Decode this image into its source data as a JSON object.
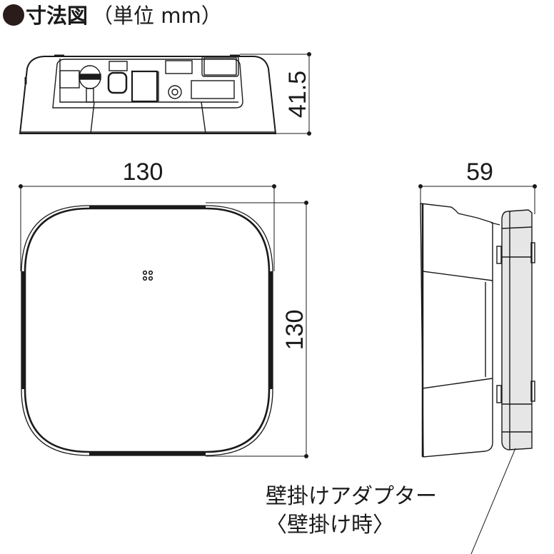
{
  "header": {
    "title": "寸法図",
    "unit": "（単位 mm）"
  },
  "dimensions": {
    "height_top_view": "41.5",
    "width_front": "130",
    "height_front": "130",
    "depth_side": "59"
  },
  "callout": {
    "line1": "壁掛けアダプター",
    "line2": "〈壁掛け時〉"
  },
  "colors": {
    "line": "#1a1a1a",
    "bullet": "#2a1c1a",
    "adapter_fill": "#e6e6e6"
  }
}
